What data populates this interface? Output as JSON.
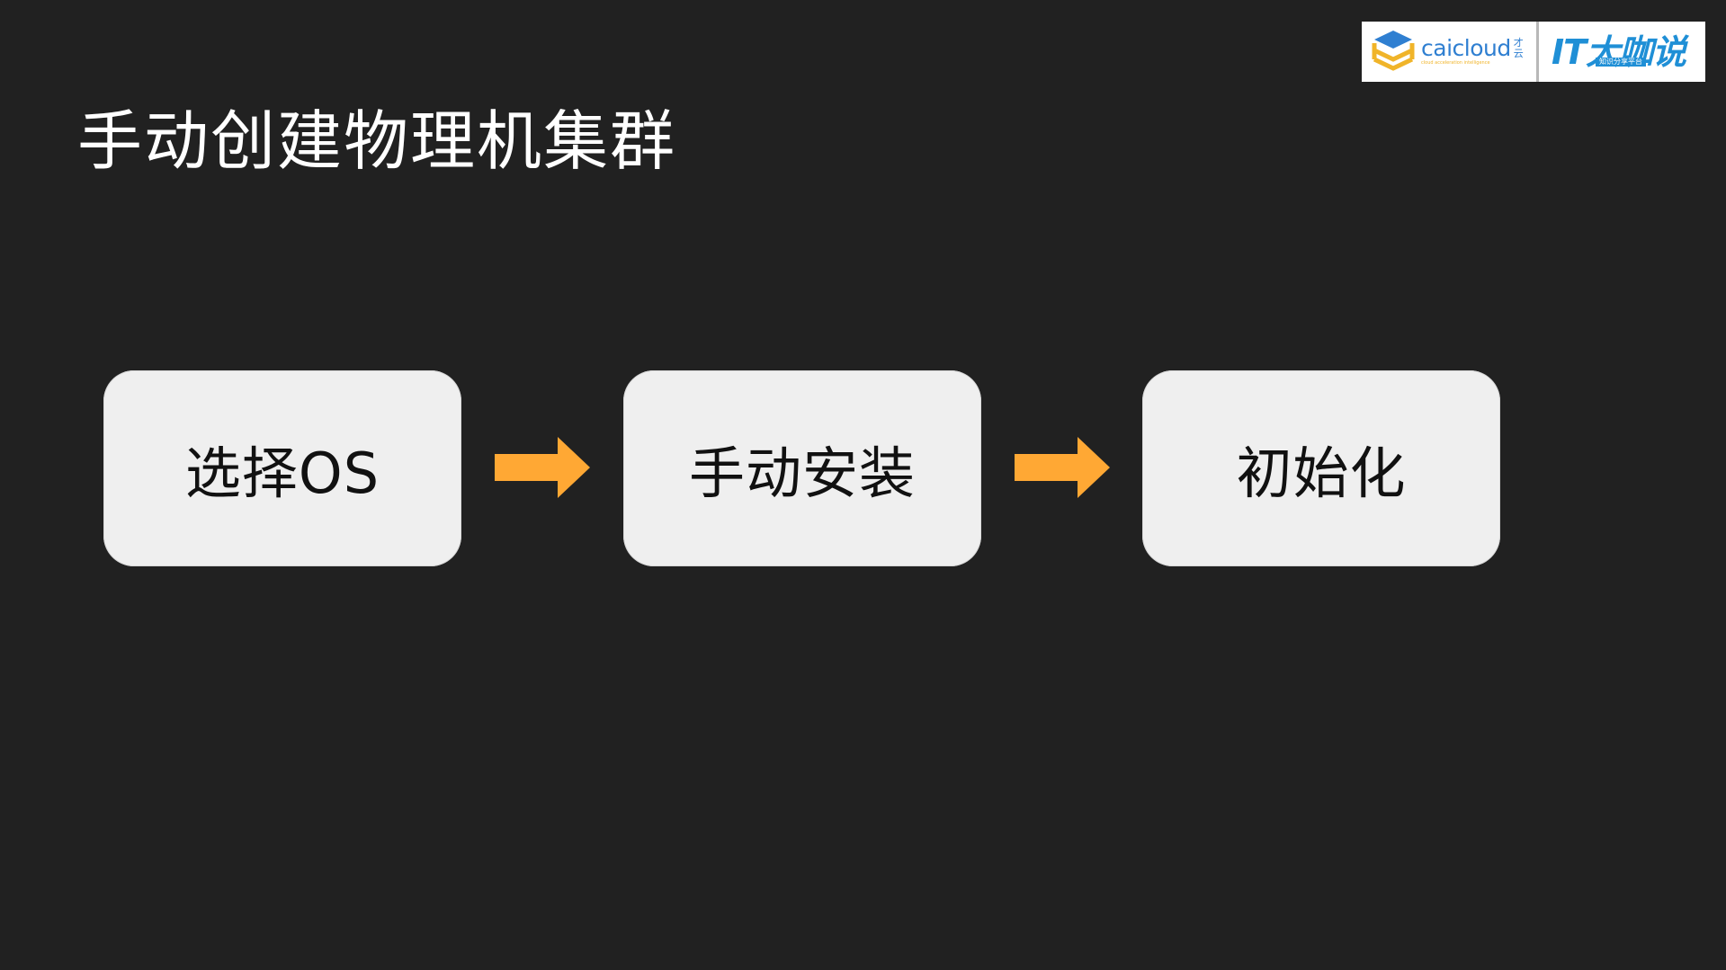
{
  "slide": {
    "title": "手动创建物理机集群",
    "background_color": "#212121"
  },
  "logos": {
    "caicloud": {
      "wordmark": "caicloud",
      "chinese": "才云",
      "tagline": "cloud acceleration intelligence",
      "icon": "caicloud-stack-icon"
    },
    "itdks": {
      "wordmark": "IT大咖说",
      "subtitle": "知识分享平台"
    }
  },
  "flow": {
    "steps": [
      {
        "label": "选择OS"
      },
      {
        "label": "手动安装"
      },
      {
        "label": "初始化"
      }
    ],
    "arrow_color": "#FFA834",
    "box_color": "#EFEFEF"
  }
}
